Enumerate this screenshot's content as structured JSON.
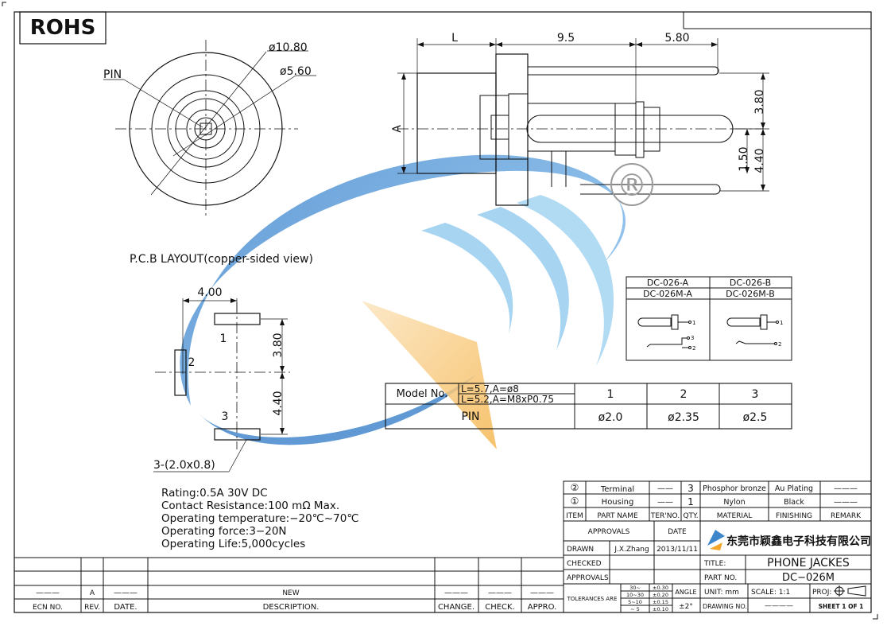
{
  "header": {
    "rohs": "ROHS"
  },
  "front_view": {
    "pin_label": "PIN",
    "dia_outer": "ø10.80",
    "dia_inner": "ø5.60"
  },
  "side_view": {
    "dim_L": "L",
    "dim_95": "9.5",
    "dim_580": "5.80",
    "dim_A": "A",
    "dim_380": "3.80",
    "dim_150": "1.50",
    "dim_440": "4.40",
    "registered_mark": "®"
  },
  "pcb": {
    "title": "P.C.B  LAYOUT(copper-sided view)",
    "dim_400": "4.00",
    "dim_380": "3.80",
    "dim_440": "4.40",
    "pads": [
      "1",
      "2",
      "3"
    ],
    "pad_size": "3-(2.0x0.8)"
  },
  "variants": {
    "headers": [
      "DC-026-A",
      "DC-026-B",
      "DC-026M-A",
      "DC-026M-B"
    ],
    "pin_labels_a": [
      "1",
      "3",
      "2"
    ],
    "pin_labels_b": [
      "1",
      "2"
    ]
  },
  "model_table": {
    "model_label": "Model  No.",
    "model_line1": "L=5.7,A=ø8",
    "model_line2": "L=5.2,A=M8xP0.75",
    "columns": [
      "1",
      "2",
      "3"
    ],
    "row_label": "PIN",
    "values": [
      "ø2.0",
      "ø2.35",
      "ø2.5"
    ]
  },
  "specs": [
    "Rating:0.5A  30V  DC",
    "Contact  Resistance:100  mΩ  Max.",
    "Operating  temperature:−20℃~70℃",
    "Operating  force:3−20N",
    "Operating  Life:5,000cycles"
  ],
  "bom": {
    "rows": [
      {
        "item": "②",
        "name": "Terminal",
        "dash": "——",
        "qty": "3",
        "material": "Phosphor bronze",
        "finishing": "Au Plating",
        "remark": "———"
      },
      {
        "item": "①",
        "name": "Housing",
        "dash": "——",
        "qty": "1",
        "material": "Nylon",
        "finishing": "Black",
        "remark": "———"
      }
    ],
    "header": {
      "item": "ITEM",
      "name": "PART NAME",
      "ter": "TER'NO.",
      "qty": "QTY.",
      "material": "MATERIAL",
      "finishing": "FINISHING",
      "remark": "REMARK"
    }
  },
  "title_block": {
    "approvals": "APPROVALS",
    "date": "DATE",
    "drawn": "DRAWN",
    "drawn_by": "J.X.Zhang",
    "drawn_date": "2013/11/11",
    "checked": "CHECKED",
    "approvals2": "APPROVALS",
    "company": "东莞市颖鑫电子科技有限公司",
    "title_label": "TITLE:",
    "title_value": "PHONE  JACKES",
    "partno_label": "PART  NO.",
    "partno_value": "DC−026M",
    "tolerances": "TOLERANCES  ARE",
    "tol_ranges": [
      "30~",
      "10~30",
      "5~10",
      "~ 5"
    ],
    "tol_values": [
      "±0.30",
      "±0.20",
      "±0.15",
      "±0.10"
    ],
    "angle": "ANGLE",
    "angle_value": "±2°",
    "unit": "UNIT:  mm",
    "scale": "SCALE:   1:1",
    "proj": "PROJ:",
    "drawing_no": "DRAWING  NO.",
    "drawing_dash": "————",
    "sheet": "SHEET   1  OF  1"
  },
  "revision": {
    "dash": "———",
    "rev": "A",
    "rev_dash": "———",
    "new": "NEW",
    "c1": "———",
    "c2": "———",
    "c3": "———",
    "headers": {
      "ecn": "ECN NO.",
      "rev": "REV.",
      "date": "DATE.",
      "desc": "DESCRIPTION.",
      "change": "CHANGE.",
      "check": "CHECK.",
      "appro": "APPRO."
    }
  }
}
